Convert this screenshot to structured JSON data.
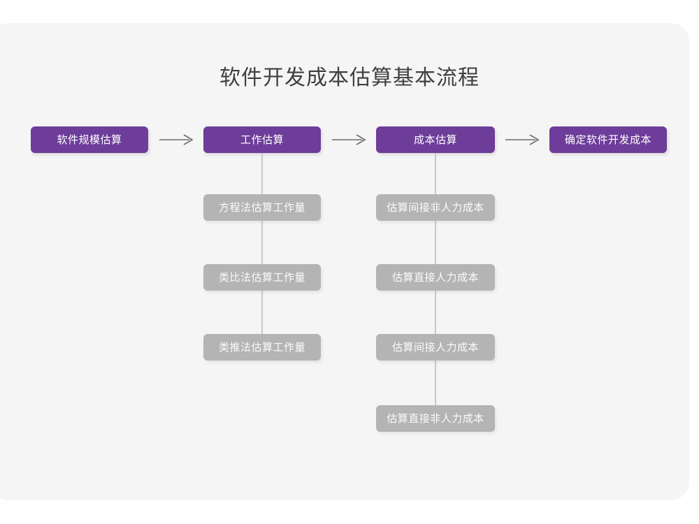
{
  "page": {
    "title": "软件开发成本估算基本流程",
    "background_color": "#ffffff",
    "card_color": "#f5f5f5"
  },
  "colors": {
    "primary": "#6d3d99",
    "secondary": "#b4b4b4",
    "title_text": "#3f3f3f",
    "connector": "#c9c9c9",
    "arrow": "#6b6b6b"
  },
  "flow": {
    "main_steps": [
      {
        "label": "软件规模估算"
      },
      {
        "label": "工作估算"
      },
      {
        "label": "成本估算"
      },
      {
        "label": "确定软件开发成本"
      }
    ],
    "arrows": [
      {
        "name": "arrow-1",
        "glyph": "arrow-right-icon"
      },
      {
        "name": "arrow-2",
        "glyph": "arrow-right-icon"
      },
      {
        "name": "arrow-3",
        "glyph": "arrow-right-icon"
      }
    ],
    "branches": [
      {
        "parent": "工作估算",
        "items": [
          {
            "label": "方程法估算工作量"
          },
          {
            "label": "类比法估算工作量"
          },
          {
            "label": "类推法估算工作量"
          }
        ]
      },
      {
        "parent": "成本估算",
        "items": [
          {
            "label": "估算间接非人力成本"
          },
          {
            "label": "估算直接人力成本"
          },
          {
            "label": "估算间接人力成本"
          },
          {
            "label": "估算直接非人力成本"
          }
        ]
      }
    ]
  }
}
